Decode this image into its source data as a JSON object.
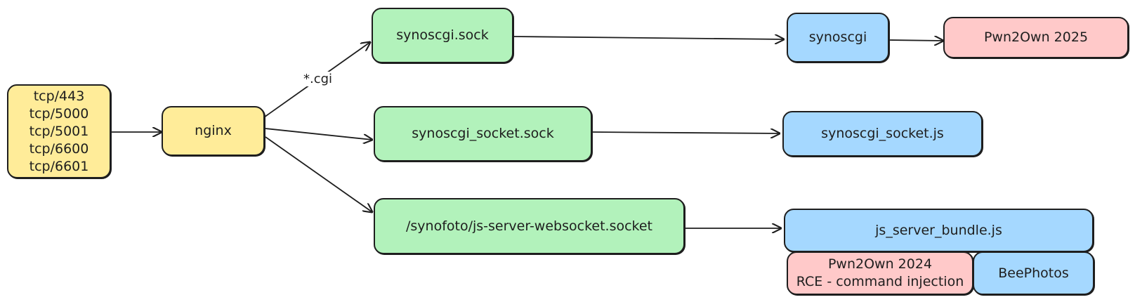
{
  "nodes": {
    "ports": [
      "tcp/443",
      "tcp/5000",
      "tcp/5001",
      "tcp/6600",
      "tcp/6601"
    ],
    "nginx": "nginx",
    "synoscgi_sock": "synoscgi.sock",
    "synoscgi_socket_sock": "synoscgi_socket.sock",
    "js_server_socket": "/synofoto/js-server-websocket.socket",
    "synoscgi": "synoscgi",
    "synoscgi_socket_js": "synoscgi_socket.js",
    "js_server_bundle": "js_server_bundle.js",
    "pwn2own_2025": "Pwn2Own 2025",
    "pwn2own_2024": [
      "Pwn2Own 2024",
      "RCE - command injection"
    ],
    "beephotos": "BeePhotos"
  },
  "edges": {
    "cgi_label": "*.cgi"
  },
  "colors": {
    "yellow": "#ffec99",
    "green": "#b2f2bb",
    "blue": "#a5d8ff",
    "red": "#ffc9c9",
    "stroke": "#1e1e1e"
  }
}
